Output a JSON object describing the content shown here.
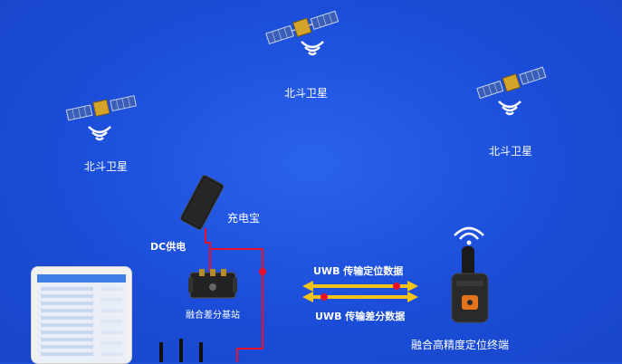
{
  "labels": {
    "satellite_center": "北斗卫星",
    "satellite_left": "北斗卫星",
    "satellite_right": "北斗卫星",
    "power_bank": "充电宝",
    "dc_power": "DC供电",
    "base_station": "融合差分基站",
    "terminal": "融合高精度定位终端",
    "uwb_top": "UWB 传输定位数据",
    "uwb_bottom": "UWB 传输差分数据"
  },
  "colors": {
    "background": "#1d4fd6",
    "cable": "#e8102a",
    "arrow": "#f2c21a",
    "text": "#ffffff"
  },
  "icons": [
    "satellite-icon",
    "signal-waves-icon",
    "power-bank-icon",
    "base-station-icon",
    "tablet-icon",
    "antenna-icon",
    "terminal-icon"
  ]
}
